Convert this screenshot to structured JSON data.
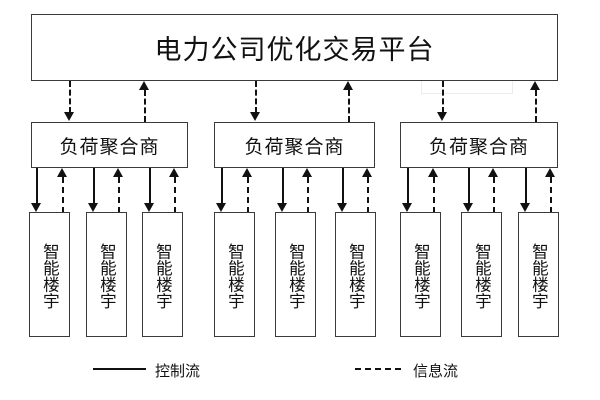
{
  "diagram": {
    "title_box": {
      "label": "电力公司优化交易平台"
    },
    "aggregators": [
      {
        "label": "负荷聚合商"
      },
      {
        "label": "负荷聚合商"
      },
      {
        "label": "负荷聚合商"
      }
    ],
    "buildings": [
      {
        "label": "智能楼宇"
      },
      {
        "label": "智能楼宇"
      },
      {
        "label": "智能楼宇"
      },
      {
        "label": "智能楼宇"
      },
      {
        "label": "智能楼宇"
      },
      {
        "label": "智能楼宇"
      },
      {
        "label": "智能楼宇"
      },
      {
        "label": "智能楼宇"
      },
      {
        "label": "智能楼宇"
      }
    ],
    "legend": {
      "control_flow": {
        "label": "控制流",
        "style": "solid"
      },
      "information_flow": {
        "label": "信息流",
        "style": "dashed"
      }
    },
    "colors": {
      "line": "#111111",
      "box_border": "#3a3a3a",
      "background": "#ffffff",
      "artifact": "#ececec"
    }
  }
}
